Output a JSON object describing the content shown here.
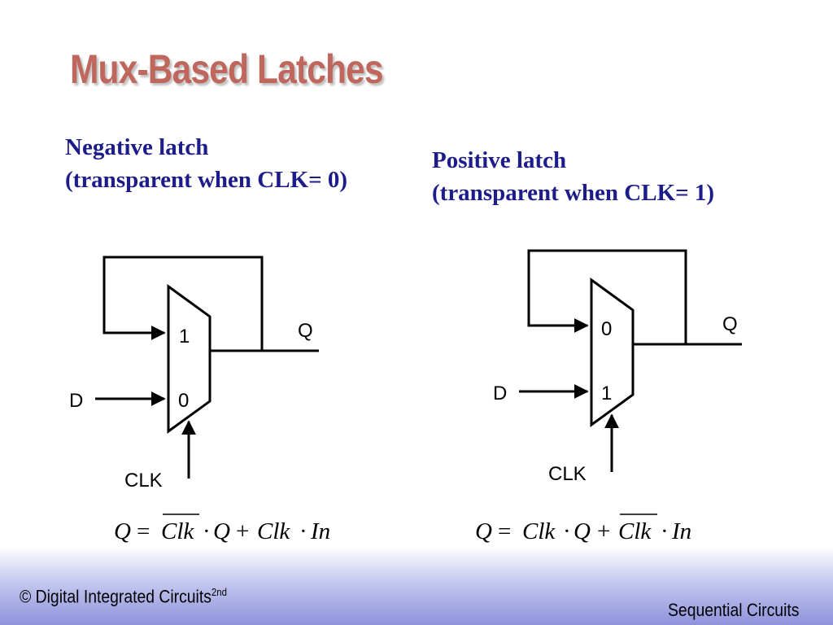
{
  "slide": {
    "title": "Mux-Based Latches",
    "negative": {
      "heading": "Negative latch",
      "subheading": "(transparent when CLK= 0)",
      "input_top": "1",
      "input_bottom": "0",
      "output_label": "Q",
      "data_label": "D",
      "clock_label": "CLK",
      "equation": {
        "lhs": "Q",
        "eq": "=",
        "t1_clk": "Clk",
        "dot1": "·",
        "t1_var": "Q",
        "plus": "+",
        "t2_clk": "Clk",
        "dot2": "·",
        "t2_var": "In"
      },
      "overbar_term": 1
    },
    "positive": {
      "heading": "Positive latch",
      "subheading": "(transparent when CLK= 1)",
      "input_top": "0",
      "input_bottom": "1",
      "output_label": "Q",
      "data_label": "D",
      "clock_label": "CLK",
      "equation": {
        "lhs": "Q",
        "eq": "=",
        "t1_clk": "Clk",
        "dot1": "·",
        "t1_var": "Q",
        "plus": "+",
        "t2_clk": "Clk",
        "dot2": "·",
        "t2_var": "In"
      },
      "overbar_term": 2
    }
  },
  "footer": {
    "left_text": "© Digital Integrated Circuits",
    "left_sup": "2nd",
    "right_text": "Sequential Circuits"
  },
  "colors": {
    "title": "#c0675d",
    "heading": "#1c1c8a",
    "footer_gradient_end": "#8e92dc"
  }
}
